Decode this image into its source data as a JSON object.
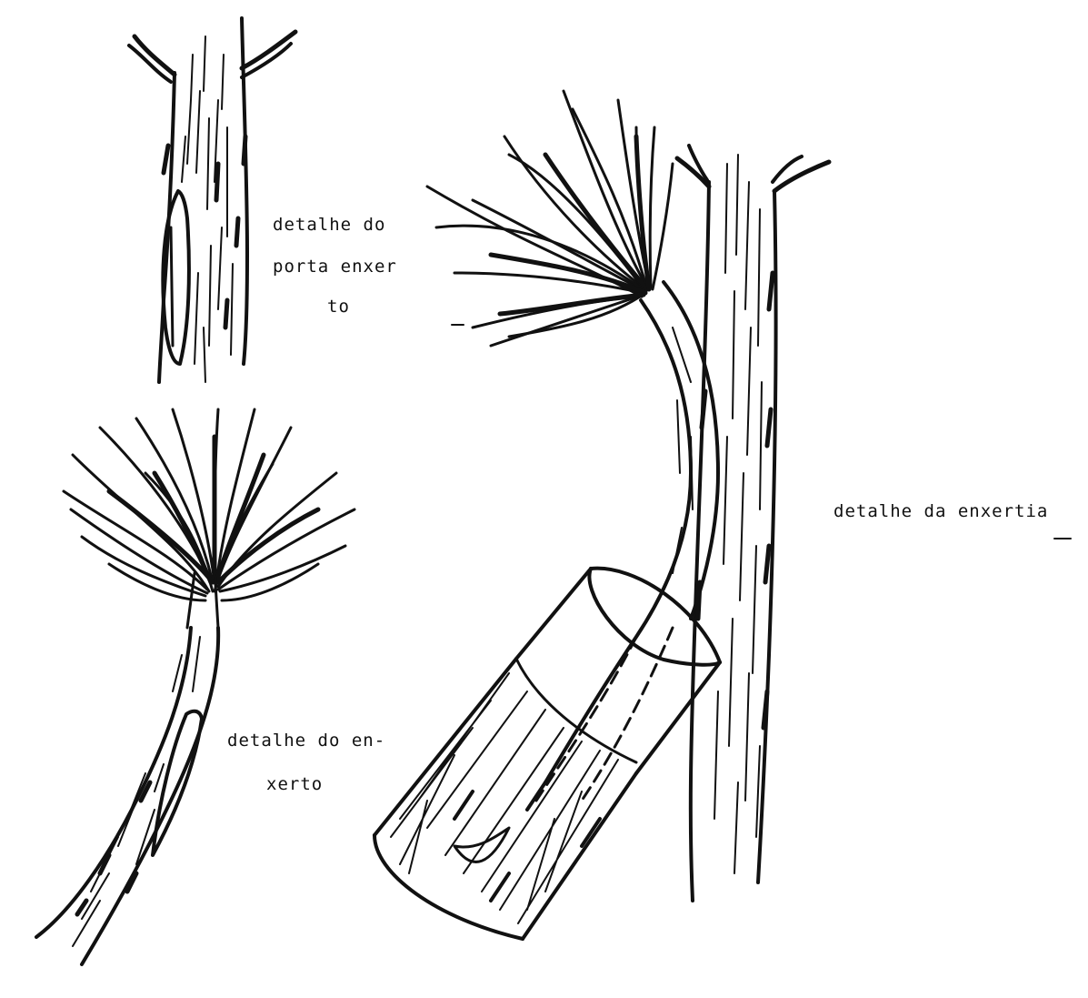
{
  "labels": {
    "rootstock": [
      "detalhe do",
      "porta enxer",
      "to"
    ],
    "scion": [
      "detalhe do en-",
      "xerto"
    ],
    "grafting": "detalhe da enxertia"
  },
  "ink_color": "#111111",
  "background": "#ffffff"
}
